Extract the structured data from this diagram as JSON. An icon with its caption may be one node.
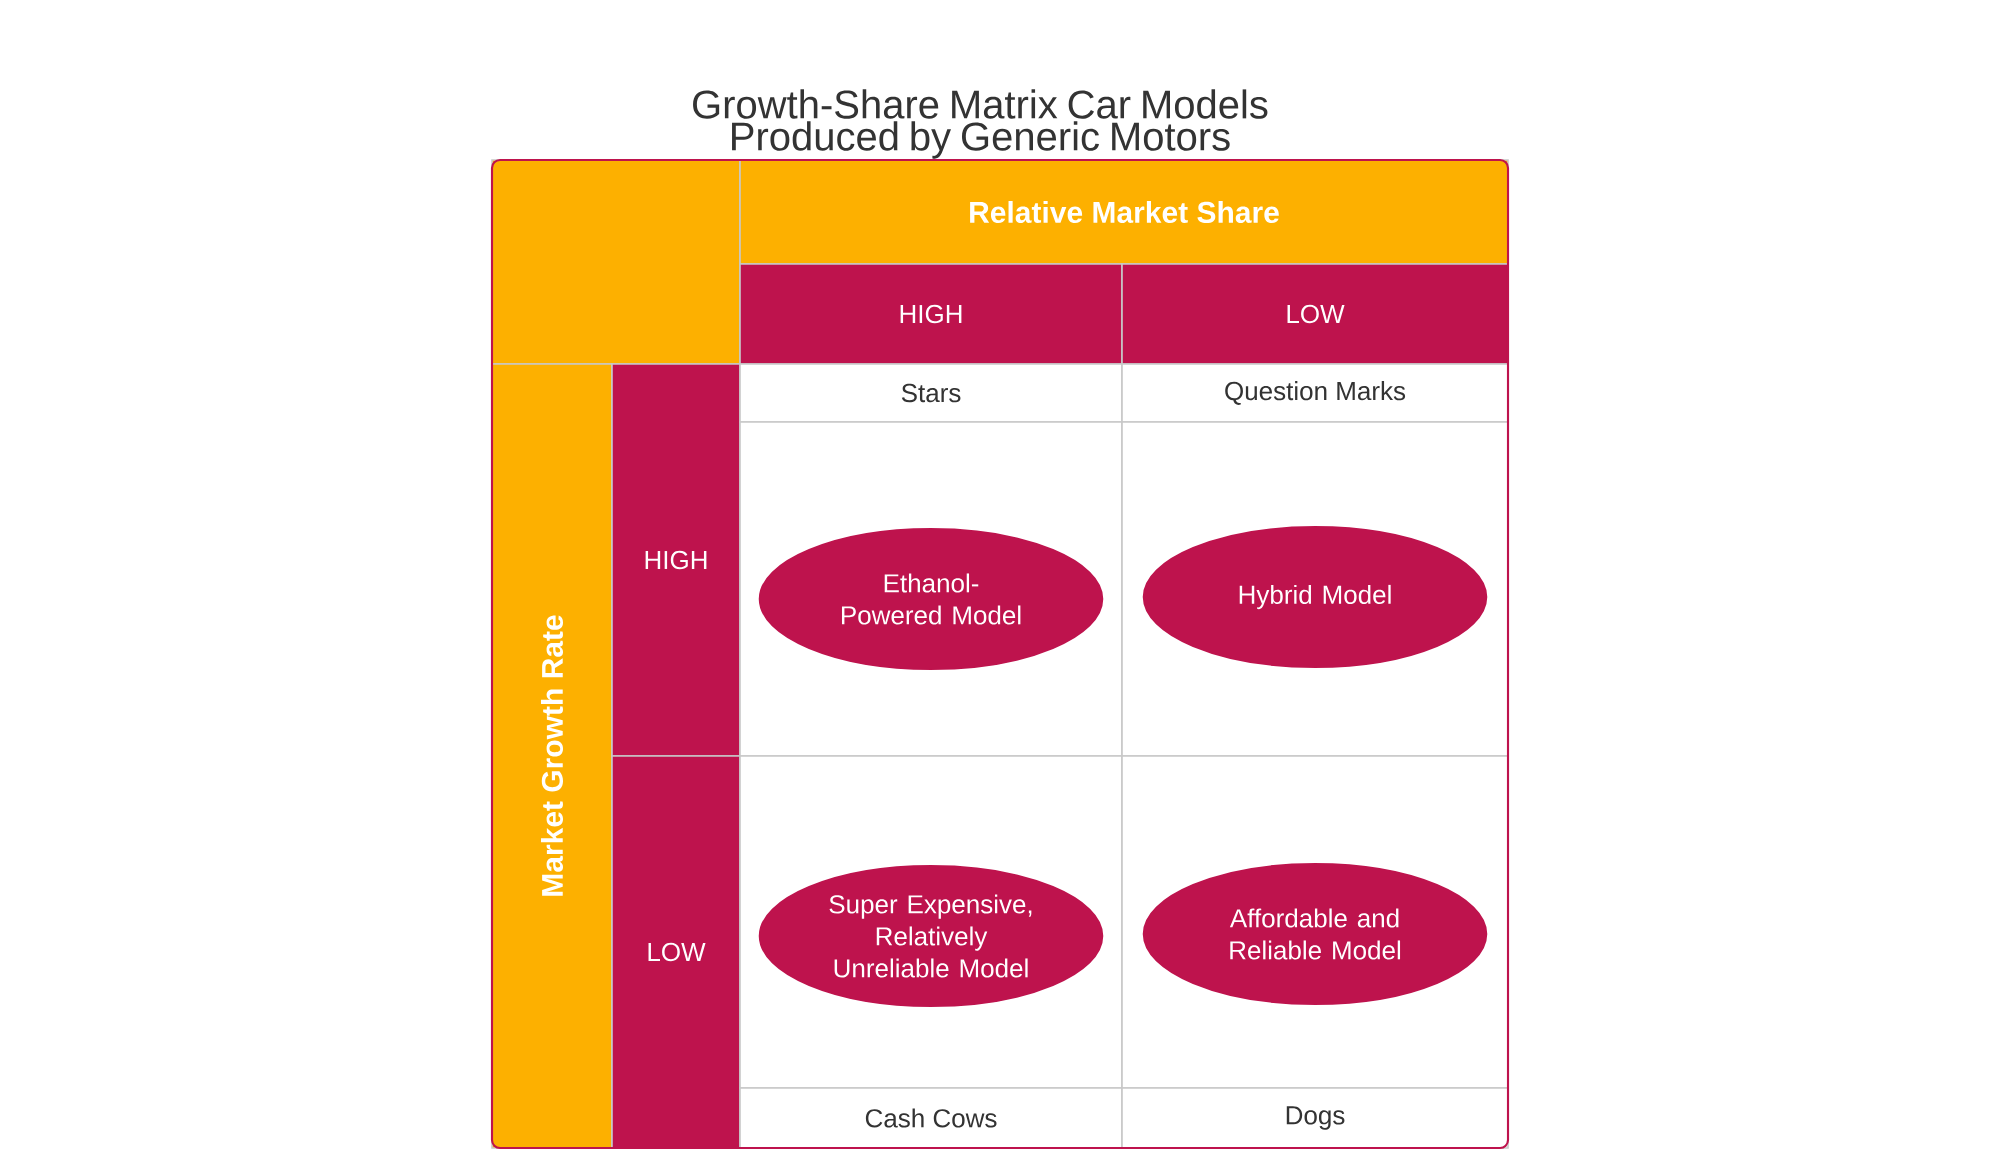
{
  "diagram": {
    "title": "Growth-Share Matrix Car Models Produced by Generic Motors",
    "nodes": [
      {
        "text": [],
        "shape": "box"
      },
      {
        "text": [
          "Relative Market Share"
        ]
      },
      {
        "text": [
          "HIGH"
        ]
      },
      {
        "text": [
          "LOW"
        ]
      },
      {
        "text": [
          "Market Growth Rate"
        ]
      },
      {
        "text": [
          "HIGH"
        ]
      },
      {
        "text": [
          "Stars"
        ]
      },
      {
        "text": [
          "Question Marks"
        ]
      },
      {
        "text": [],
        "shape": "box"
      },
      {
        "text": [],
        "shape": "box"
      },
      {
        "text": [
          "Ethanol-Powered Model"
        ],
        "in": 8
      },
      {
        "text": [
          "Hybrid Model"
        ],
        "in": 9
      },
      {
        "text": [
          "LOW"
        ]
      },
      {
        "text": [],
        "shape": "box"
      },
      {
        "text": [],
        "shape": "box"
      },
      {
        "text": [
          "Super Expensive, Relatively Unreliable Model"
        ],
        "in": 13
      },
      {
        "text": [
          "Affordable and Reliable Model"
        ],
        "in": 14
      },
      {
        "text": [
          "Cash Cows"
        ]
      },
      {
        "text": [
          "Dogs"
        ]
      }
    ]
  }
}
